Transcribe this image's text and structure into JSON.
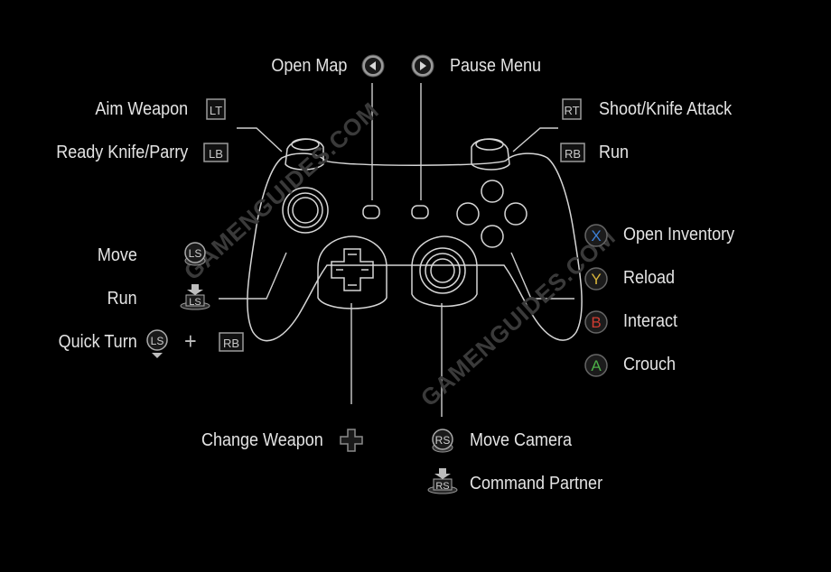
{
  "watermark": "GAMENGUIDES.COM",
  "labels": {
    "open_map": "Open Map",
    "pause_menu": "Pause Menu",
    "aim_weapon": "Aim Weapon",
    "ready_knife": "Ready Knife/Parry",
    "shoot": "Shoot/Knife Attack",
    "run_rb": "Run",
    "move": "Move",
    "run_ls": "Run",
    "quick_turn": "Quick Turn",
    "open_inventory": "Open Inventory",
    "reload": "Reload",
    "interact": "Interact",
    "crouch": "Crouch",
    "change_weapon": "Change Weapon",
    "move_camera": "Move Camera",
    "command_partner": "Command Partner"
  },
  "button_glyphs": {
    "lt": "LT",
    "lb": "LB",
    "rt": "RT",
    "rb": "RB",
    "ls": "LS",
    "rs": "RS",
    "x": "X",
    "y": "Y",
    "b": "B",
    "a": "A",
    "plus": "+"
  },
  "colors": {
    "x": "#3d7fd6",
    "y": "#d8b43a",
    "b": "#cf3c32",
    "a": "#4caf47"
  }
}
